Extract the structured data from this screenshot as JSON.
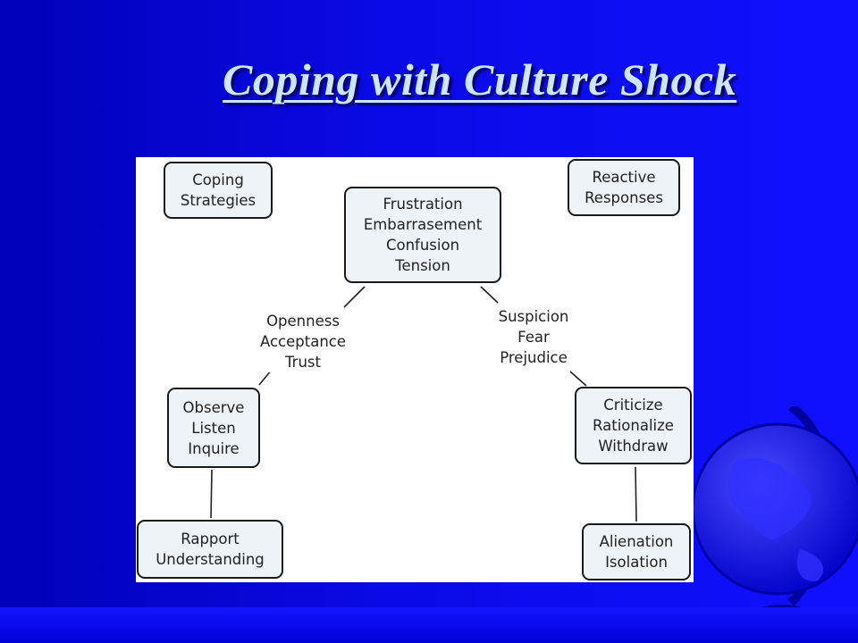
{
  "slide": {
    "title": "Coping with Culture Shock",
    "colors": {
      "background": "#0a0ae6",
      "title": "#cce6ff",
      "node_fill": "#eef3f7",
      "node_border": "#1a1a1a"
    }
  },
  "diagram": {
    "nodes": {
      "coping_strategies": [
        "Coping",
        "Strategies"
      ],
      "reactive_responses": [
        "Reactive",
        "Responses"
      ],
      "feelings": [
        "Frustration",
        "Embarrasement",
        "Confusion",
        "Tension"
      ],
      "observe": [
        "Observe",
        "Listen",
        "Inquire"
      ],
      "criticize": [
        "Criticize",
        "Rationalize",
        "Withdraw"
      ],
      "rapport": [
        "Rapport",
        "Understanding"
      ],
      "alienation": [
        "Alienation",
        "Isolation"
      ]
    },
    "link_labels": {
      "openness": [
        "Openness",
        "Acceptance",
        "Trust"
      ],
      "suspicion": [
        "Suspicion",
        "Fear",
        "Prejudice"
      ]
    }
  }
}
